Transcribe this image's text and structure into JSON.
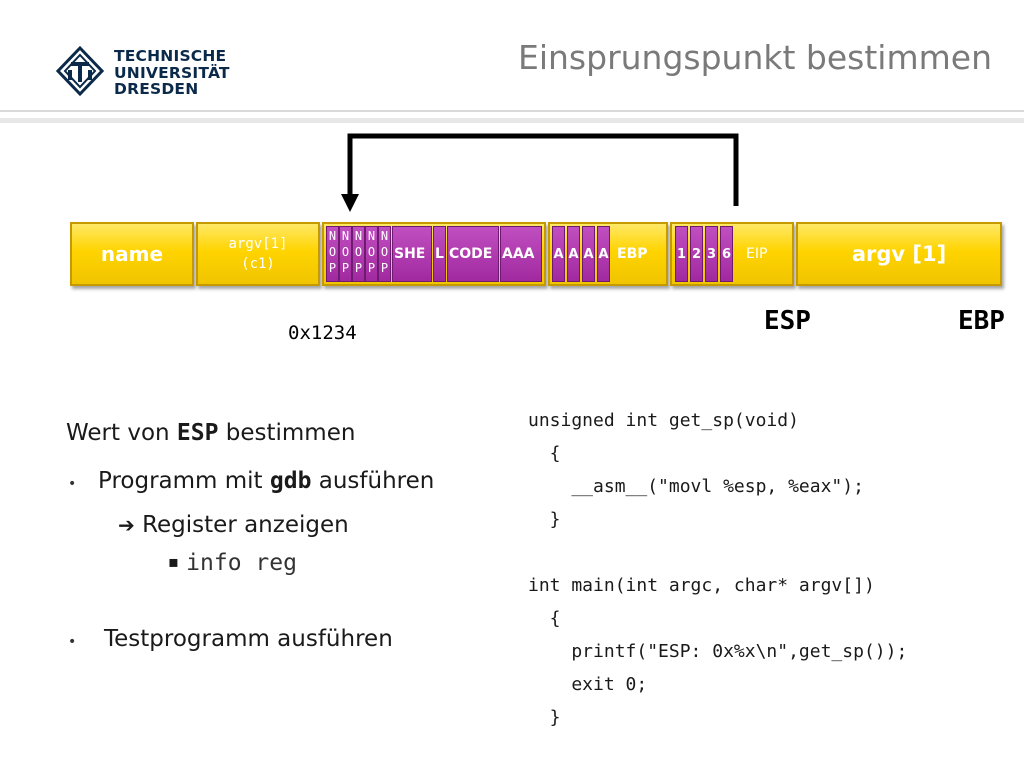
{
  "header": {
    "logo_lines": [
      "TECHNISCHE",
      "UNIVERSITÄT",
      "DRESDEN"
    ],
    "title": "Einsprungspunkt bestimmen"
  },
  "diagram": {
    "box_name": "name",
    "box_argv1_line1": "argv[1]",
    "box_argv1_line2": "(c1)",
    "nop_columns": [
      [
        "N",
        "O",
        "P"
      ],
      [
        "N",
        "O",
        "P"
      ],
      [
        "N",
        "O",
        "P"
      ],
      [
        "N",
        "O",
        "P"
      ],
      [
        "N",
        "O",
        "P"
      ]
    ],
    "shellcode": [
      "SHE",
      "L",
      "CODE",
      "AAA"
    ],
    "a_cells": [
      "A",
      "A",
      "A",
      "A"
    ],
    "ebp_label": "EBP",
    "eip_cells": [
      "1",
      "2",
      "3",
      "6"
    ],
    "eip_label": "EIP",
    "box_argv_right": "argv [1]",
    "address": "0x1234",
    "esp_label": "ESP",
    "ebp_reg_label": "EBP"
  },
  "text": {
    "line1_prefix": "Wert von ",
    "line1_code": "ESP",
    "line1_suffix": " bestimmen",
    "bullet1_prefix": "Programm mit ",
    "bullet1_code": "gdb",
    "bullet1_suffix": " ausführen",
    "arrow_item": "Register anzeigen",
    "square_item": "info reg",
    "bullet2": "Testprogramm ausführen",
    "bullet_char": "•",
    "arrow_char": "➔",
    "square_char": "▪"
  },
  "code": {
    "lines": [
      "unsigned int get_sp(void)",
      "  {",
      "    __asm__(\"movl %esp, %eax\");",
      "  }",
      "",
      "int main(int argc, char* argv[])",
      "  {",
      "    printf(\"ESP: 0x%x\\n\",get_sp());",
      "    exit 0;",
      "  }"
    ]
  }
}
